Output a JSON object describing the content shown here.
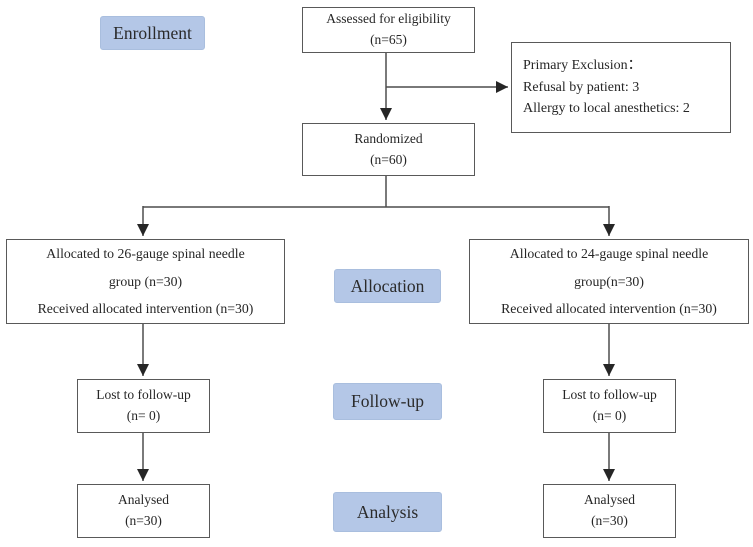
{
  "diagram": {
    "stage_labels": {
      "enrollment": "Enrollment",
      "allocation": "Allocation",
      "followup": "Follow-up",
      "analysis": "Analysis"
    },
    "boxes": {
      "eligibility": {
        "lines": [
          "Assessed for eligibility",
          "(n=65)"
        ]
      },
      "exclusion": {
        "lines": [
          "Primary Exclusion：",
          "Refusal by patient: 3",
          "Allergy to local anesthetics: 2"
        ]
      },
      "randomized": {
        "lines": [
          "Randomized",
          "(n=60)"
        ]
      },
      "alloc_left": {
        "lines": [
          "Allocated to 26-gauge spinal needle",
          "group (n=30)",
          "Received allocated intervention (n=30)"
        ]
      },
      "alloc_right": {
        "lines": [
          "Allocated to 24-gauge spinal needle",
          "group(n=30)",
          "Received allocated intervention (n=30)"
        ]
      },
      "followup_left": {
        "lines": [
          "Lost to follow-up",
          "(n= 0)"
        ]
      },
      "followup_right": {
        "lines": [
          "Lost to follow-up",
          "(n= 0)"
        ]
      },
      "analysed_left": {
        "lines": [
          "Analysed",
          "(n=30)"
        ]
      },
      "analysed_right": {
        "lines": [
          "Analysed",
          "(n=30)"
        ]
      }
    },
    "colors": {
      "stage_label_bg": "#b4c7e7",
      "box_border": "#595959",
      "connector": "#4d4d4d",
      "arrowhead": "#262626",
      "text": "#262626",
      "background": "#ffffff"
    }
  }
}
